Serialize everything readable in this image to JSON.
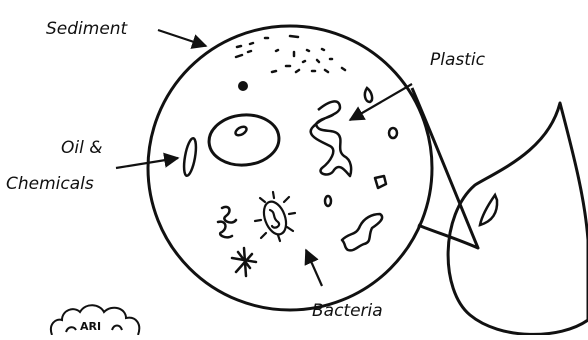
{
  "labels": {
    "sediment": "Sediment",
    "plastic": "Plastic",
    "oil_line1": "Oil &",
    "oil_line2": "Chemicals",
    "bacteria": "Bacteria"
  },
  "logo_text": "ARI",
  "colors": {
    "ink": "#111111",
    "background": "#ffffff"
  }
}
